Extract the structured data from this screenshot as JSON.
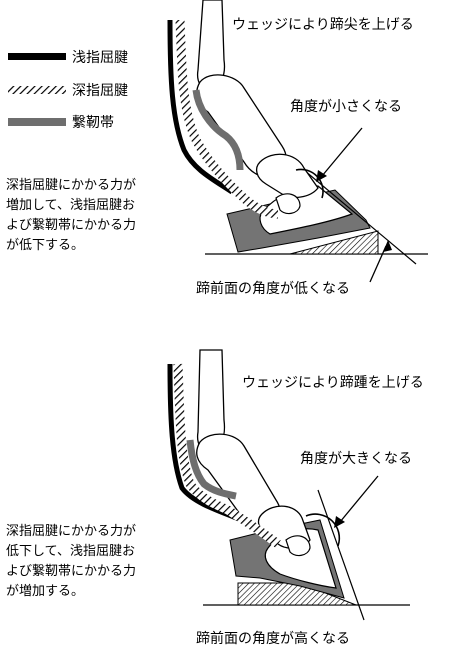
{
  "legend": {
    "superficial": "浅指屈腱",
    "deep": "深指屈腱",
    "suspensory": "繋靭帯",
    "colors": {
      "superficial": "#000000",
      "deep": "#000000",
      "suspensory": "#6e6e6e"
    }
  },
  "top": {
    "title": "ウェッジにより蹄尖を上げる",
    "angle_label": "角度が小さくなる",
    "effect_lines": [
      "深指屈腱にかかる力が",
      "増加して、浅指屈腱お",
      "よび繋靭帯にかかる力",
      "が低下する。"
    ],
    "hoof_label": "蹄前面の角度が低くなる"
  },
  "bottom": {
    "title": "ウェッジにより蹄踵を上げる",
    "angle_label": "角度が大きくなる",
    "effect_lines": [
      "深指屈腱にかかる力が",
      "低下して、浅指屈腱お",
      "よび繋靭帯にかかる力",
      "が増加する。"
    ],
    "hoof_label": "蹄前面の角度が高くなる"
  },
  "colors": {
    "bone_outline": "#000000",
    "hoof_fill": "#707070",
    "wedge_fill": "#808080"
  }
}
